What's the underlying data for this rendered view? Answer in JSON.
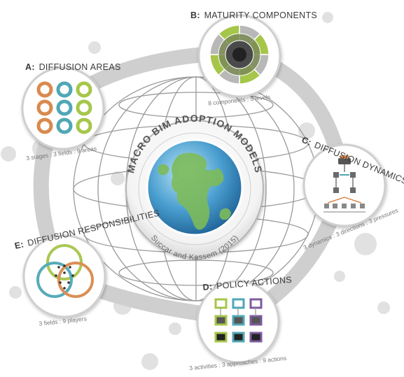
{
  "center": {
    "title": "MACRO BIM ADOPTION MODELS",
    "credit": "Succar and Kassem (2015)"
  },
  "nodes": {
    "a": {
      "letter": "A:",
      "title": "DIFFUSION AREAS",
      "subtitle": "3 stages : 3 fields : 9 areas"
    },
    "b": {
      "letter": "B:",
      "title": "MATURITY COMPONENTS",
      "subtitle": "8 components : 5 levels"
    },
    "c": {
      "letter": "C:",
      "title": "DIFFUSION DYNAMICS",
      "subtitle": "3 dynamics : 3 directions : 3 pressures"
    },
    "d": {
      "letter": "D:",
      "title": "POLICY ACTIONS",
      "subtitle": "3 activities : 3 approaches : 9 actions"
    },
    "e": {
      "letter": "E:",
      "title": "DIFFUSION RESPONSIBILITIES",
      "subtitle": "3 fields : 9 players"
    }
  },
  "colors": {
    "accent_green": "#a6c64a",
    "accent_teal": "#4fa7b5",
    "accent_orange": "#d98a4e",
    "accent_purple": "#7c5b9e",
    "globe_blue": "#2f7fb8",
    "ring_grey": "#c8c8c8"
  },
  "icons": {
    "a": "three-by-three-ring-grid-icon",
    "b": "radial-maturity-chart-icon",
    "c": "dynamics-flow-chart-icon",
    "d": "three-by-three-action-grid-icon",
    "e": "venn-three-circles-icon"
  }
}
